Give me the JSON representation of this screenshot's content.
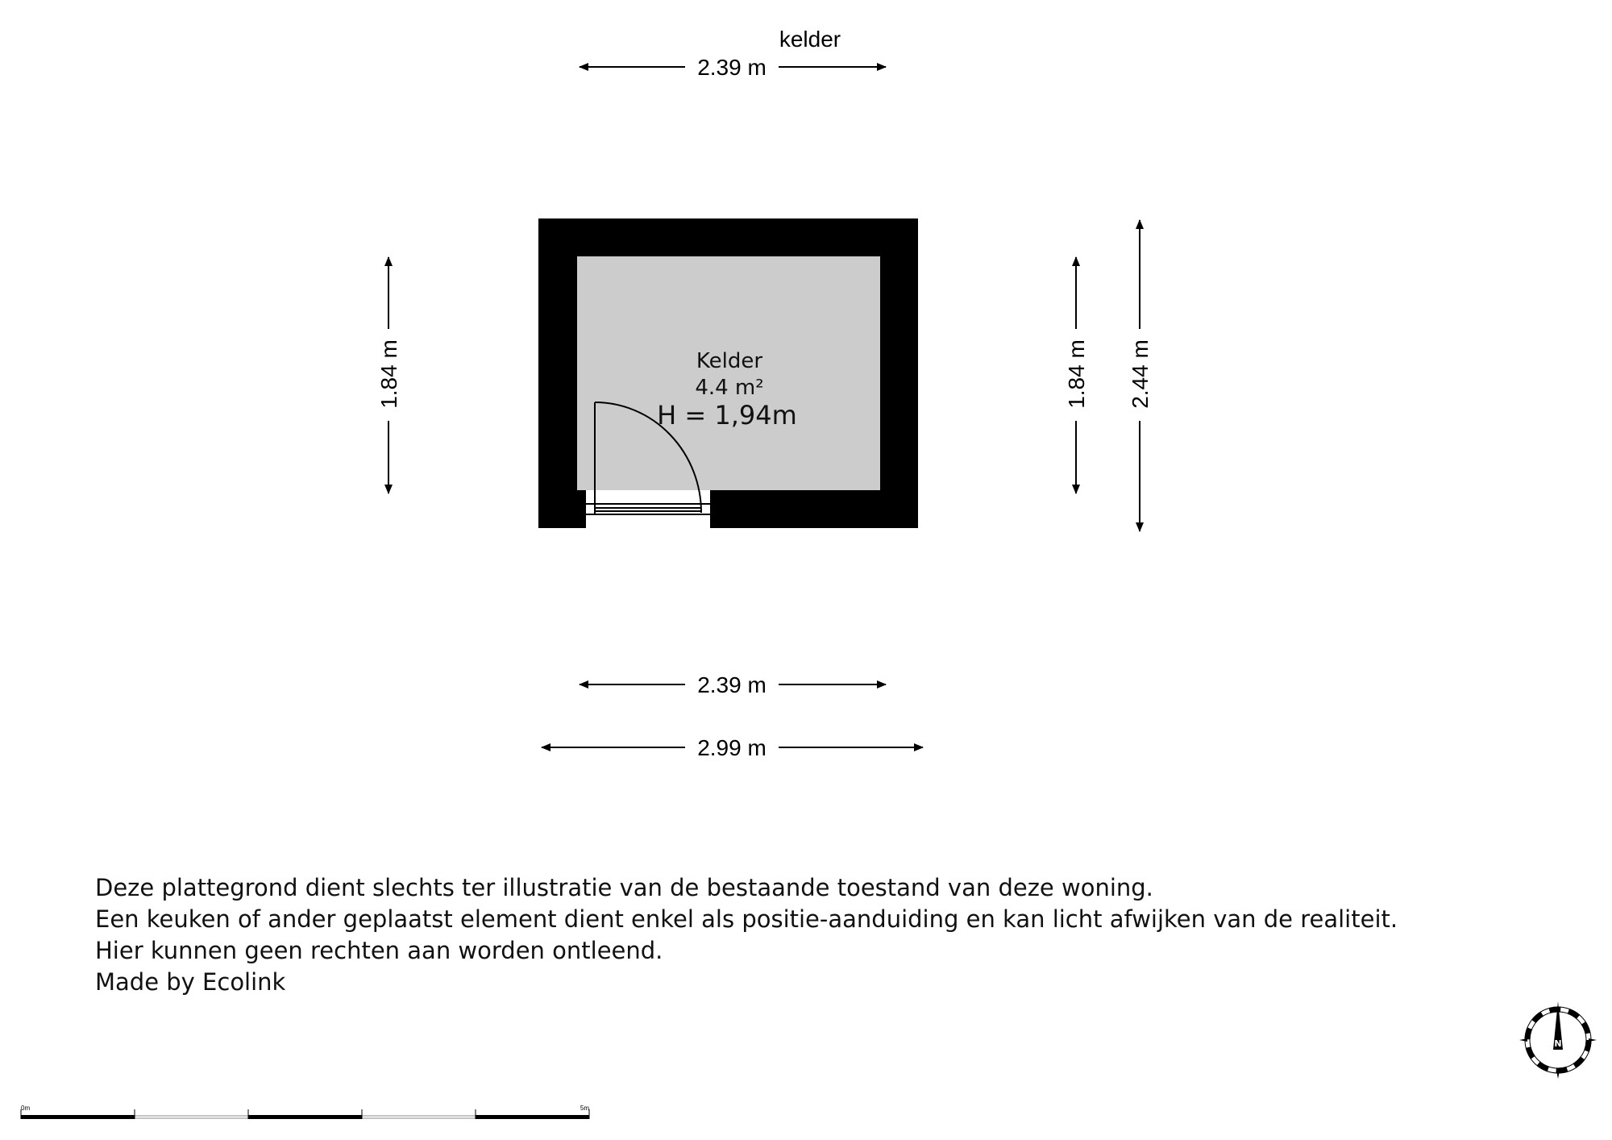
{
  "plan": {
    "floor_title": "kelder",
    "room": {
      "name": "Kelder",
      "area": "4.4 m²",
      "height": "H = 1,94m"
    },
    "dimensions": {
      "top_inner_width": "2.39 m",
      "left_inner_height": "1.84 m",
      "right_inner_height": "1.84 m",
      "right_outer_height": "2.44 m",
      "bottom_inner_width": "2.39 m",
      "bottom_outer_width": "2.99 m"
    },
    "colors": {
      "wall": "#000000",
      "floor": "#cccccc"
    }
  },
  "disclaimer": {
    "lines": [
      "Deze plattegrond dient slechts ter illustratie van de bestaande toestand van deze woning.",
      "Een keuken of ander geplaatst element dient enkel als positie-aanduiding en kan licht afwijken van de realiteit.",
      "Hier kunnen geen rechten aan worden ontleend.",
      "Made by Ecolink"
    ]
  },
  "scale_bar": {
    "start_label": "0m",
    "end_label": "5m"
  },
  "compass": {
    "label": "N"
  }
}
